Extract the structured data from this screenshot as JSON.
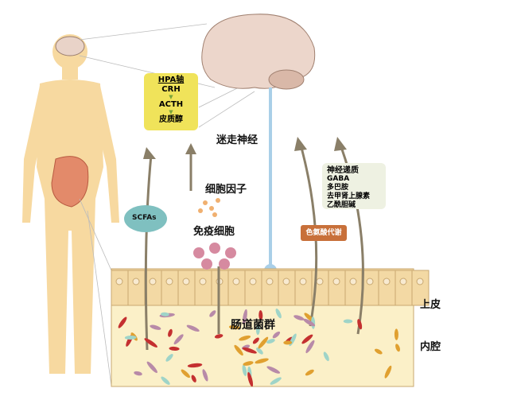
{
  "hpa_box": {
    "title": "HPA轴",
    "items": [
      "CRH",
      "ACTH",
      "皮质醇"
    ]
  },
  "labels": {
    "vagus": "迷走神经",
    "cytokine": "细胞因子",
    "immune": "免疫细胞",
    "scfa": "SCFAs",
    "microbiota": "肠道菌群",
    "epithelium": "上皮",
    "lumen": "内腔",
    "tryptophan": "色氨酸代谢"
  },
  "neuro_box": {
    "items": [
      "神经递质",
      "GABA",
      "多巴胺",
      "去甲肾上腺素",
      "乙酰胆碱"
    ]
  },
  "colors": {
    "body": "#f7d9a0",
    "cell": "#f3d9a4",
    "arrow": "#8a7f68",
    "vagus": "#a9cfe8"
  }
}
